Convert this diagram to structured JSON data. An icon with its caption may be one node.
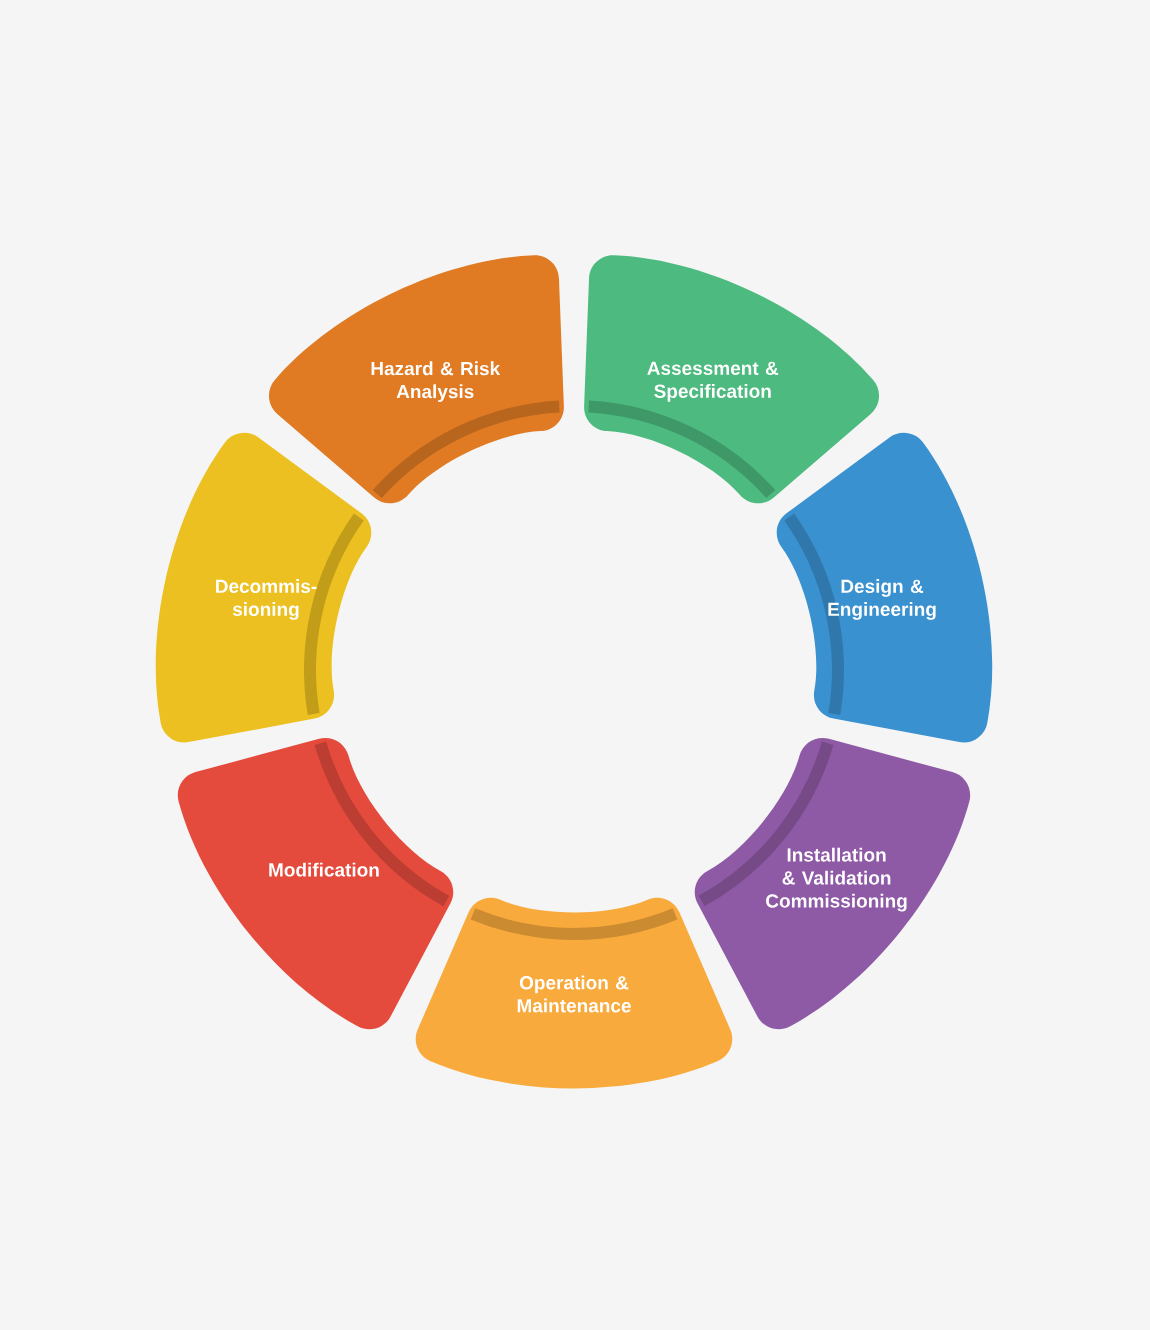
{
  "diagram": {
    "nodes": [
      {
        "text": [
          "Hazard & Risk Analysis"
        ]
      },
      {
        "text": [
          "Assessment & Specification"
        ]
      },
      {
        "text": [
          "Design & Engineering"
        ]
      },
      {
        "text": [
          "Installation & Validation Commissioning"
        ]
      },
      {
        "text": [
          "Operation & Maintenance"
        ]
      },
      {
        "text": [
          "Modification"
        ]
      },
      {
        "text": [
          "Decommis- sioning"
        ]
      }
    ]
  }
}
